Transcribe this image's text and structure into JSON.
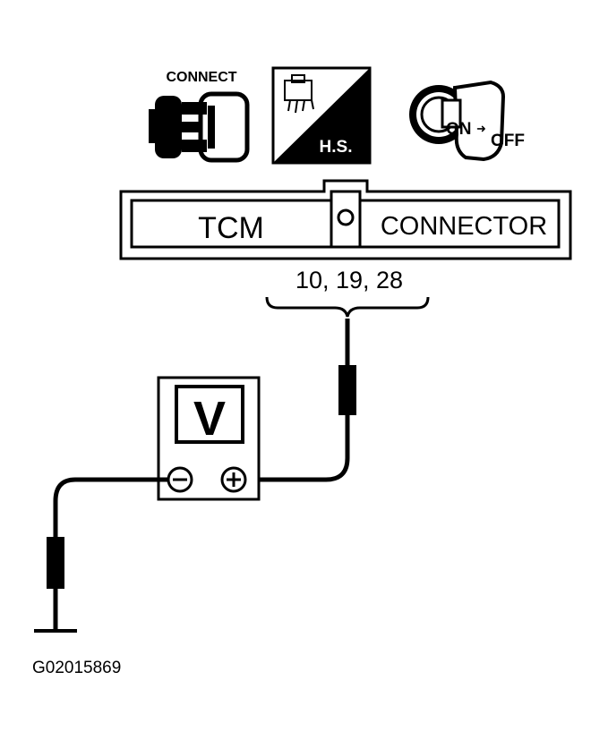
{
  "icons": {
    "connect": {
      "label": "CONNECT",
      "icon": "connector-plug-icon"
    },
    "harness": {
      "label": "H.S.",
      "icon": "harness-side-connector-icon"
    },
    "ignition": {
      "on_label": "ON",
      "off_label": "OFF",
      "icon": "ignition-key-icon"
    }
  },
  "connector": {
    "left_label": "TCM",
    "right_label": "CONNECTOR",
    "terminals": "10, 19, 28"
  },
  "meter": {
    "label": "V",
    "neg_symbol": "⊖",
    "pos_symbol": "⊕"
  },
  "figure_id": "G02015869"
}
